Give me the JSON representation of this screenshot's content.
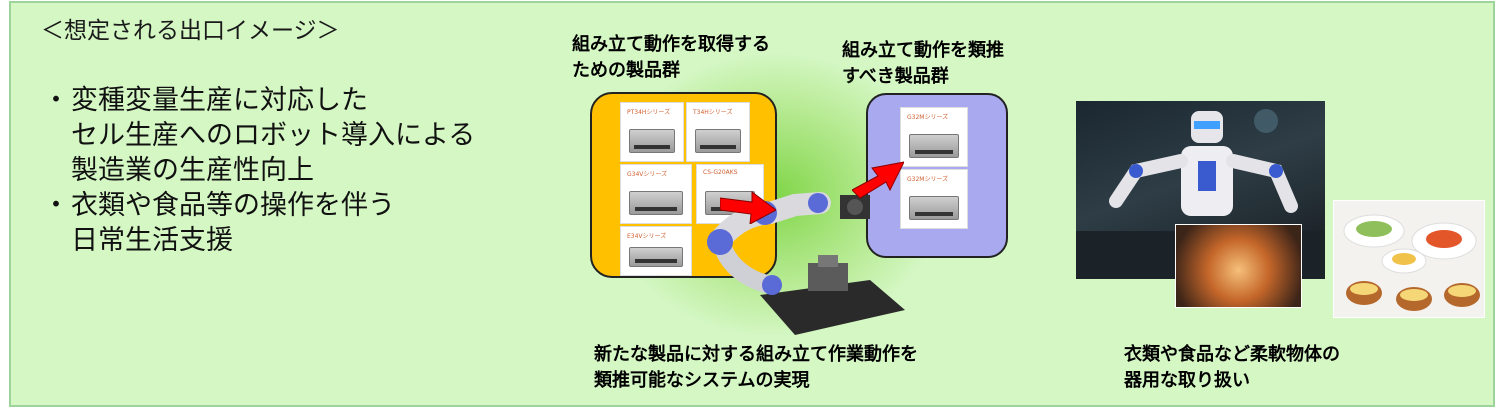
{
  "heading": "＜想定される出口イメージ＞",
  "bullets": [
    {
      "dot": "・",
      "text": "変種変量生産に対応した\nセル生産へのロボット導入による\n製造業の生産性向上"
    },
    {
      "dot": "・",
      "text": "衣類や食品等の操作を伴う\n日常生活支援"
    }
  ],
  "captions": {
    "acquire": "組み立て動作を取得する\nための製品群",
    "infer": "組み立て動作を類推\nすべき製品群",
    "system": "新たな製品に対する組み立て作業動作を\n類推可能なシステムの実現",
    "soft": "衣類や食品など柔軟物体の\n器用な取り扱い"
  },
  "products_left": [
    "PT34Hシリーズ",
    "T34Hシリーズ",
    "G34Vシリーズ",
    "CS-G20AKS",
    "E34Vシリーズ"
  ],
  "products_right": [
    "G32Mシリーズ",
    "G32Mシリーズ"
  ],
  "colors": {
    "panel": "#d4f7c4",
    "orange_box": "#ffc000",
    "purple_box": "#a9a9f0",
    "arrow": "#ff0000"
  }
}
